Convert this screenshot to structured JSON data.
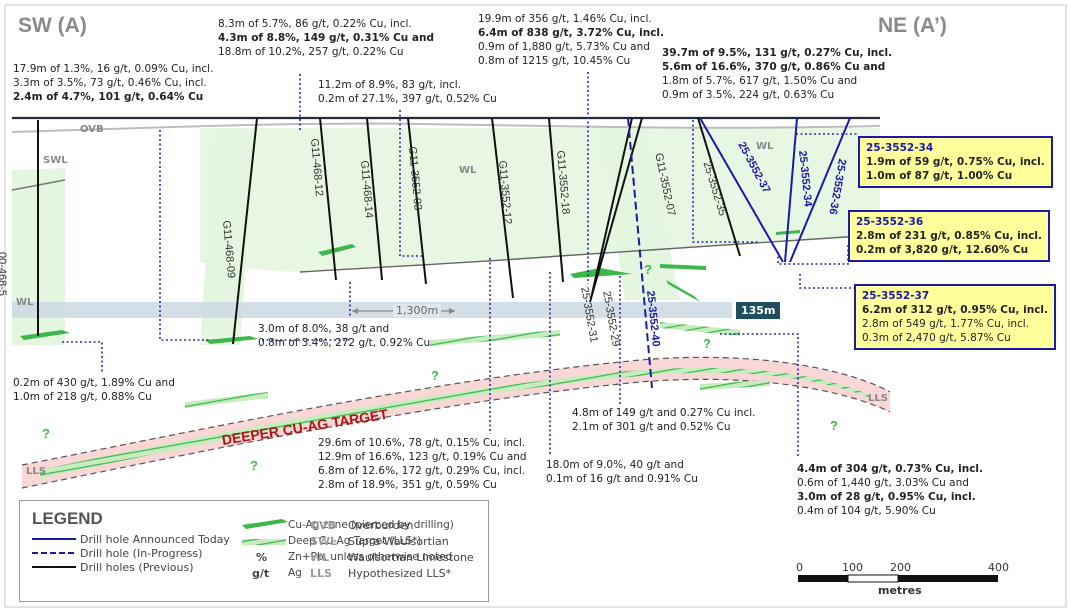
{
  "sides": {
    "left": "SW (A)",
    "right": "NE (A’)"
  },
  "units": {
    "ovb": "OVB",
    "swl": "SWL",
    "wl": "WL",
    "lls": "LLS"
  },
  "distances": {
    "main": "1,300m",
    "right": "135m"
  },
  "target_label": "DEEPER CU-AG TARGET",
  "question_mark": "?",
  "holes": {
    "h1": "00-468-5",
    "h2": "G11-468-09",
    "h3": "G11-468-12",
    "h4": "G11-468-14",
    "h5": "G11-3552-03",
    "h6": "G11-3552-12",
    "h7": "G11-3552-18",
    "h8": "G11-3552-07",
    "h9": "25-3552-35",
    "h10": "25-3552-31",
    "h11": "25-3552-29",
    "h12": "25-3552-40",
    "h13": "25-3552-37",
    "h14": "25-3552-34",
    "h15": "25-3552-36"
  },
  "annotations": {
    "a1": [
      "17.9m of 1.3%, 16 g/t, 0.09% Cu, incl.",
      "3.3m of 3.5%, 73 g/t, 0.46% Cu, incl.",
      "2.4m of 4.7%, 101 g/t, 0.64% Cu"
    ],
    "a2": [
      "8.3m of 5.7%, 86 g/t, 0.22% Cu, incl.",
      "4.3m of 8.8%, 149 g/t, 0.31% Cu and",
      "18.8m of 10.2%, 257 g/t, 0.22% Cu"
    ],
    "a3": [
      "11.2m of 8.9%, 83 g/t, incl.",
      "0.2m of 27.1%, 397 g/t, 0.52% Cu"
    ],
    "a4": [
      "19.9m of 356 g/t, 1.46% Cu, incl.",
      "6.4m of 838 g/t, 3.72% Cu, incl.",
      "0.9m of 1,880 g/t, 5.73% Cu and",
      "0.8m of 1215 g/t, 10.45% Cu"
    ],
    "a5": [
      "39.7m of 9.5%, 131 g/t, 0.27% Cu, incl.",
      "5.6m of 16.6%, 370 g/t, 0.86% Cu and",
      "1.8m of 5.7%, 617 g/t, 1.50% Cu and",
      "0.9m of 3.5%, 224 g/t, 0.63% Cu"
    ],
    "a6": [
      "3.0m of 8.0%, 38 g/t and",
      "0.8m of 3.4%, 272 g/t, 0.92% Cu"
    ],
    "a7": [
      "0.2m of 430 g/t, 1.89% Cu and",
      "1.0m of 218 g/t, 0.88% Cu"
    ],
    "a8": [
      "29.6m of 10.6%, 78 g/t, 0.15% Cu, incl.",
      "12.9m of 16.6%, 123 g/t, 0.19% Cu and",
      "6.8m of 12.6%, 172 g/t, 0.29% Cu, incl.",
      "2.8m of 18.9%, 351 g/t, 0.59% Cu"
    ],
    "a9": [
      "4.8m of 149 g/t and 0.27% Cu incl.",
      "2.1m of 301 g/t and 0.52% Cu"
    ],
    "a10": [
      "18.0m of 9.0%, 40 g/t and",
      "0.1m of 16 g/t and 0.91% Cu"
    ],
    "a11": [
      "4.4m of 304 g/t, 0.73% Cu, incl.",
      "0.6m of 1,440 g/t, 3.03% Cu and",
      "3.0m of 28 g/t, 0.95% Cu, incl.",
      "0.4m of 104 g/t, 5.90% Cu"
    ]
  },
  "boxes": {
    "b1": {
      "header": "25-3552-34",
      "lines": [
        "1.9m of 59 g/t, 0.75% Cu, incl.",
        "1.0m of 87 g/t, 1.00% Cu"
      ]
    },
    "b2": {
      "header": "25-3552-36",
      "lines": [
        "2.8m of 231 g/t, 0.85% Cu, incl.",
        "0.2m of 3,820 g/t, 12.60% Cu"
      ]
    },
    "b3": {
      "header": "25-3552-37",
      "lines": [
        "6.2m of 312 g/t, 0.95% Cu, incl.",
        "2.8m of 549 g/t, 1.77% Cu, incl.",
        "0.3m of 2,470 g/t, 5.87% Cu"
      ]
    }
  },
  "legend": {
    "title": "LEGEND",
    "drill_today": "Drill hole Announced Today",
    "drill_progress": "Drill hole (In-Progress)",
    "drill_previous": "Drill holes (Previous)",
    "cuag_zone": "Cu-Ag zone (pierced by drilling)",
    "deep_target": "Deep Cu-Ag Target (LLS*)",
    "pct_sym": "%",
    "pct_desc": "Zn+Pb, unless otherwise noted",
    "gt_sym": "g/t",
    "gt_desc": "Ag",
    "ovb": "Overburden",
    "swl": "Supra-Waulsortian",
    "wl": "Waulsortian Limestone",
    "lls": "Hypothesized LLS*"
  },
  "scale": {
    "ticks": [
      "0",
      "100",
      "200",
      "400"
    ],
    "unit": "metres"
  },
  "colors": {
    "blue": "#1a1aa8",
    "target_red": "#b01515",
    "green": "#3cb84a",
    "box_fill": "#ffff9c",
    "pill": "#1f4e5f"
  }
}
